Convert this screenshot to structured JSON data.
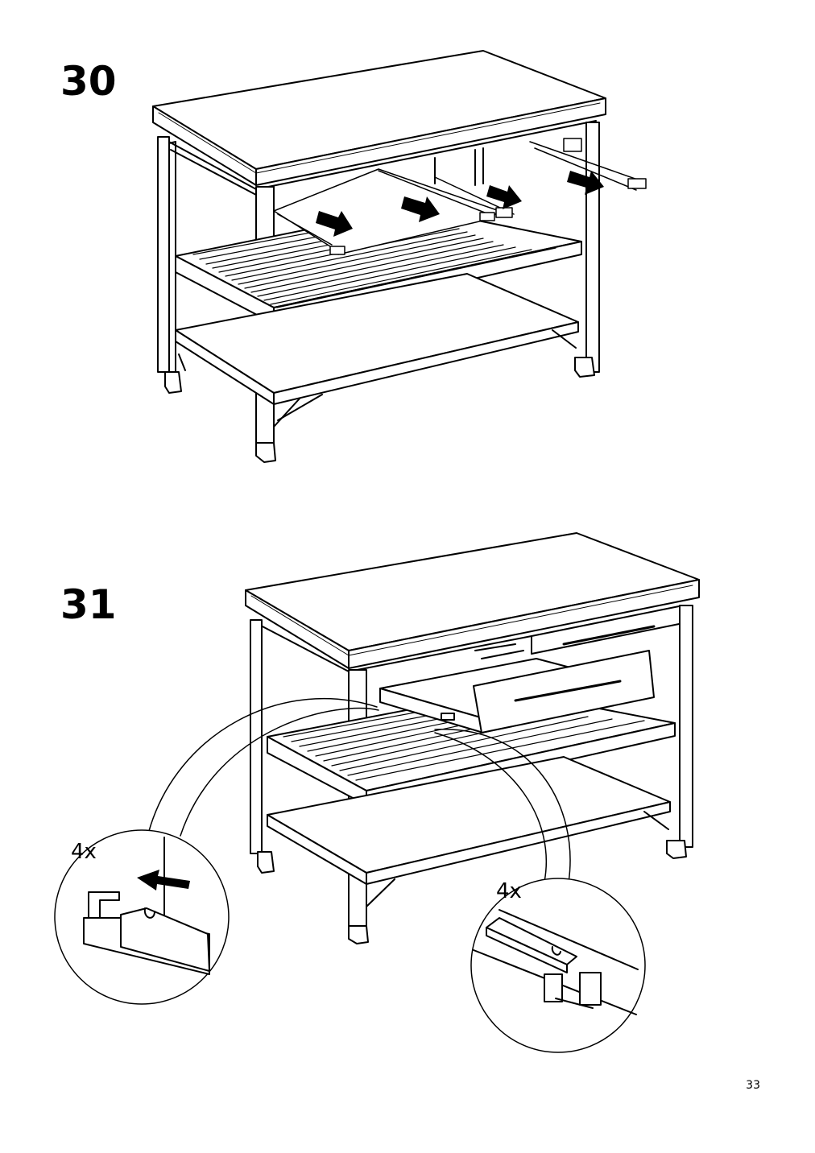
{
  "steps": [
    {
      "number": "30"
    },
    {
      "number": "31",
      "detail_quantity_left": "4x",
      "detail_quantity_right": "4x"
    }
  ],
  "page_number": "33"
}
